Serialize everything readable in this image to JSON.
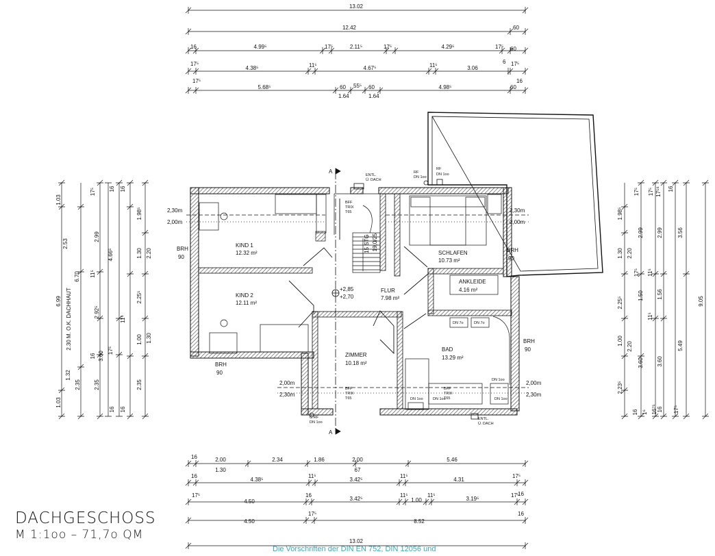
{
  "title": "DACHGESCHOSS",
  "subtitle": "M 1:1oo – 71,7o QM",
  "footer_note": "Die Vorschriften der DIN EN 752, DIN 12056 und",
  "top_dims": {
    "r1": [
      "13.02"
    ],
    "r2": [
      "12.42",
      "60"
    ],
    "r3": [
      "16",
      "4.99⁵",
      "17⁵",
      "2.11⁵",
      "17⁵",
      "4.29⁵",
      "17⁵",
      "60"
    ],
    "r4": [
      "17⁵",
      "4.38⁵",
      "11⁵",
      "4.67⁵",
      "11⁵",
      "3.06",
      "6",
      "17⁵"
    ],
    "r5": [
      "17⁵",
      "5.68⁵",
      "60",
      "55⁵",
      "60",
      "4.98⁵",
      "16",
      "60"
    ],
    "r5b": [
      "1.64",
      "1.64"
    ]
  },
  "bottom_dims": {
    "r1": [
      "16",
      "2.00",
      "2.34",
      "1.86",
      "2.00",
      "5.46"
    ],
    "r1b": [
      "1.30",
      "67"
    ],
    "r2": [
      "16",
      "4.38⁵",
      "11⁵",
      "3.42⁵",
      "11⁵",
      "4.31",
      "17⁵"
    ],
    "r3": [
      "17⁵",
      "4.50",
      "16",
      "3.42⁵",
      "11⁵",
      "1.00",
      "11⁵",
      "3.19⁵",
      "17⁵",
      "16"
    ],
    "r4": [
      "4.50",
      "17⁵",
      "8.52",
      "16"
    ],
    "r5": [
      "13.02"
    ]
  },
  "left_dims": {
    "c1": [
      "1.03",
      "6.99",
      "1.32",
      "1.03"
    ],
    "c2": [
      "2.53",
      "6.70",
      "2.30 M. O.K. DACHHAUT",
      "2.35"
    ],
    "c3": [
      "2.99",
      "11⁵",
      "2.92⁵",
      "16",
      "2.35"
    ],
    "c4": [
      "17⁵",
      "4.66⁵",
      "17⁵",
      "3.60",
      "16"
    ],
    "c5": [
      "16",
      "1.98⁵",
      "1.30",
      "2.25⁵",
      "1.00",
      "2.35"
    ],
    "c6": [
      "16",
      "2.20",
      "11⁵",
      "1.30",
      "16"
    ]
  },
  "right_dims": {
    "c1": [
      "1.98⁵",
      "1.30",
      "2.25⁵",
      "1.00",
      "2.23⁵",
      "16"
    ],
    "c2": [
      "17⁵",
      "2.20",
      "17⁵",
      "2.20",
      "3.60",
      "1⁶"
    ],
    "c3": [
      "17⁵",
      "2.99",
      "11⁵",
      "1.50",
      "11⁵",
      "16⁷⁵"
    ],
    "c4": [
      "17⁵⁶",
      "2.99",
      "1.56",
      "16",
      "3.60"
    ],
    "c5": [
      "16",
      "3.56",
      "5.49",
      "17⁵"
    ],
    "c6": [
      "9.05"
    ]
  },
  "rooms": [
    {
      "name": "KIND 1",
      "area": "12.32 m²"
    },
    {
      "name": "KIND 2",
      "area": "12.11 m²"
    },
    {
      "name": "FLUR",
      "area": "7.98 m²"
    },
    {
      "name": "SCHLAFEN",
      "area": "10.73 m²"
    },
    {
      "name": "ANKLEIDE",
      "area": "4.16 m²"
    },
    {
      "name": "ZIMMER",
      "area": "10.18 m²"
    },
    {
      "name": "BAD",
      "area": "13.29 m²"
    }
  ],
  "labels": {
    "brh_left_top": "BRH",
    "brh_left_top_val": "90",
    "brh_left_bot": "BRH",
    "brh_left_bot_val": "90",
    "brh_right_top": "BRH",
    "brh_right_top_val": "90",
    "brh_right_bot": "BRH",
    "brh_right_bot_val": "90",
    "level_1": "+2,85",
    "level_2": "+2,70",
    "stairs_a": "15 STG",
    "stairs_b": "19,0/25",
    "section_top": "A",
    "section_bot": "A",
    "h_left_top_1": "2,30m",
    "h_left_top_2": "2,00m",
    "h_right_top_1": "2,30m",
    "h_right_top_2": "2,00m",
    "h_left_bot_1": "2,00m",
    "h_left_bot_2": "2,30m",
    "h_right_bot_1": "2,00m",
    "h_right_bot_2": "2,30m",
    "entl_top_1": "ENTL.",
    "entl_top_2": "Ü. DACH",
    "entl_bot_1": "ENTL.",
    "entl_bot_2": "Ü. DACH",
    "rf_1": "RF",
    "rf_2": "DN 1oo",
    "rf_3": "RF",
    "rf_4": "DN 1oo",
    "grf_1": "G RF",
    "grf_2": "DN 1oo",
    "dn_bath_1": "DN 7o",
    "dn_bath_2": "DN 7o",
    "dn_bath_3": "DN 1oo",
    "dn_bath_4": "DN 1oo",
    "dn_bath_5": "DN 1oo",
    "dn_bath_6": "DN 1oo",
    "bff_top_1": "BFF",
    "bff_top_2": "TRIX",
    "bff_top_3": "T65",
    "bff_bot_1": "BFF",
    "bff_bot_2": "TRIX",
    "bff_bot_3": "T65",
    "bff_bath_1": "BFF",
    "bff_bath_2": "TRIX",
    "bff_bath_3": "T65"
  },
  "colors": {
    "ink": "#111111",
    "wall_hatch": "#555555",
    "footer": "#3fa9b8"
  }
}
